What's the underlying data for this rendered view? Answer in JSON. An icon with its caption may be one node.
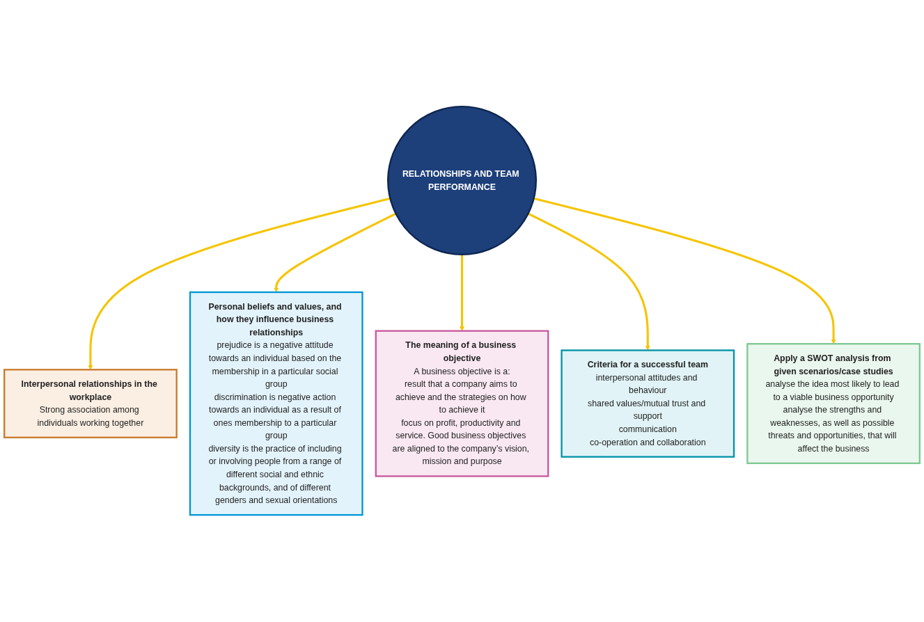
{
  "diagram": {
    "nodes": [
      {
        "text": [
          "Interpersonal relationships in the workplace",
          "Strong association among individuals working together"
        ]
      },
      {
        "text": [
          "Personal beliefs and values, and how they influence business relationships",
          "prejudice is a negative attitude towards an individual based on the membership in a particular social group",
          "discrimination is negative action towards an individual as a result of ones membership to a particular group",
          "diversity is the practice of including or involving people from a range of different social and ethnic backgrounds, and of different genders and sexual orientations"
        ]
      },
      {
        "text": [
          "The meaning of a business objective",
          "A business objective is a:",
          "result that a company aims to achieve and the strategies on how to achieve it",
          "focus on profit, productivity and service. Good business objectives are aligned to the company’s vision, mission and purpose"
        ]
      },
      {
        "text": [
          "RELATIONSHIPS AND TEAM PERFORMANCE"
        ]
      },
      {
        "text": [
          "Criteria for a successful team",
          "interpersonal attitudes and behaviour",
          "shared values/mutual trust and support",
          "communication",
          "co-operation and collaboration"
        ]
      },
      {
        "text": [
          "Apply a SWOT analysis from given scenarios/case studies",
          "analyse the idea most likely to lead to a viable business opportunity",
          "analyse the strengths and weaknesses, as well as possible threats and opportunities, that will affect the business"
        ]
      }
    ],
    "edges": [
      {
        "from": 3,
        "to": 0,
        "arrow": "to"
      },
      {
        "from": 3,
        "to": 1,
        "arrow": "to"
      },
      {
        "from": 3,
        "to": 2,
        "arrow": "to"
      },
      {
        "from": 3,
        "to": 4,
        "arrow": "to"
      },
      {
        "from": 3,
        "to": 5,
        "arrow": "to"
      }
    ]
  }
}
